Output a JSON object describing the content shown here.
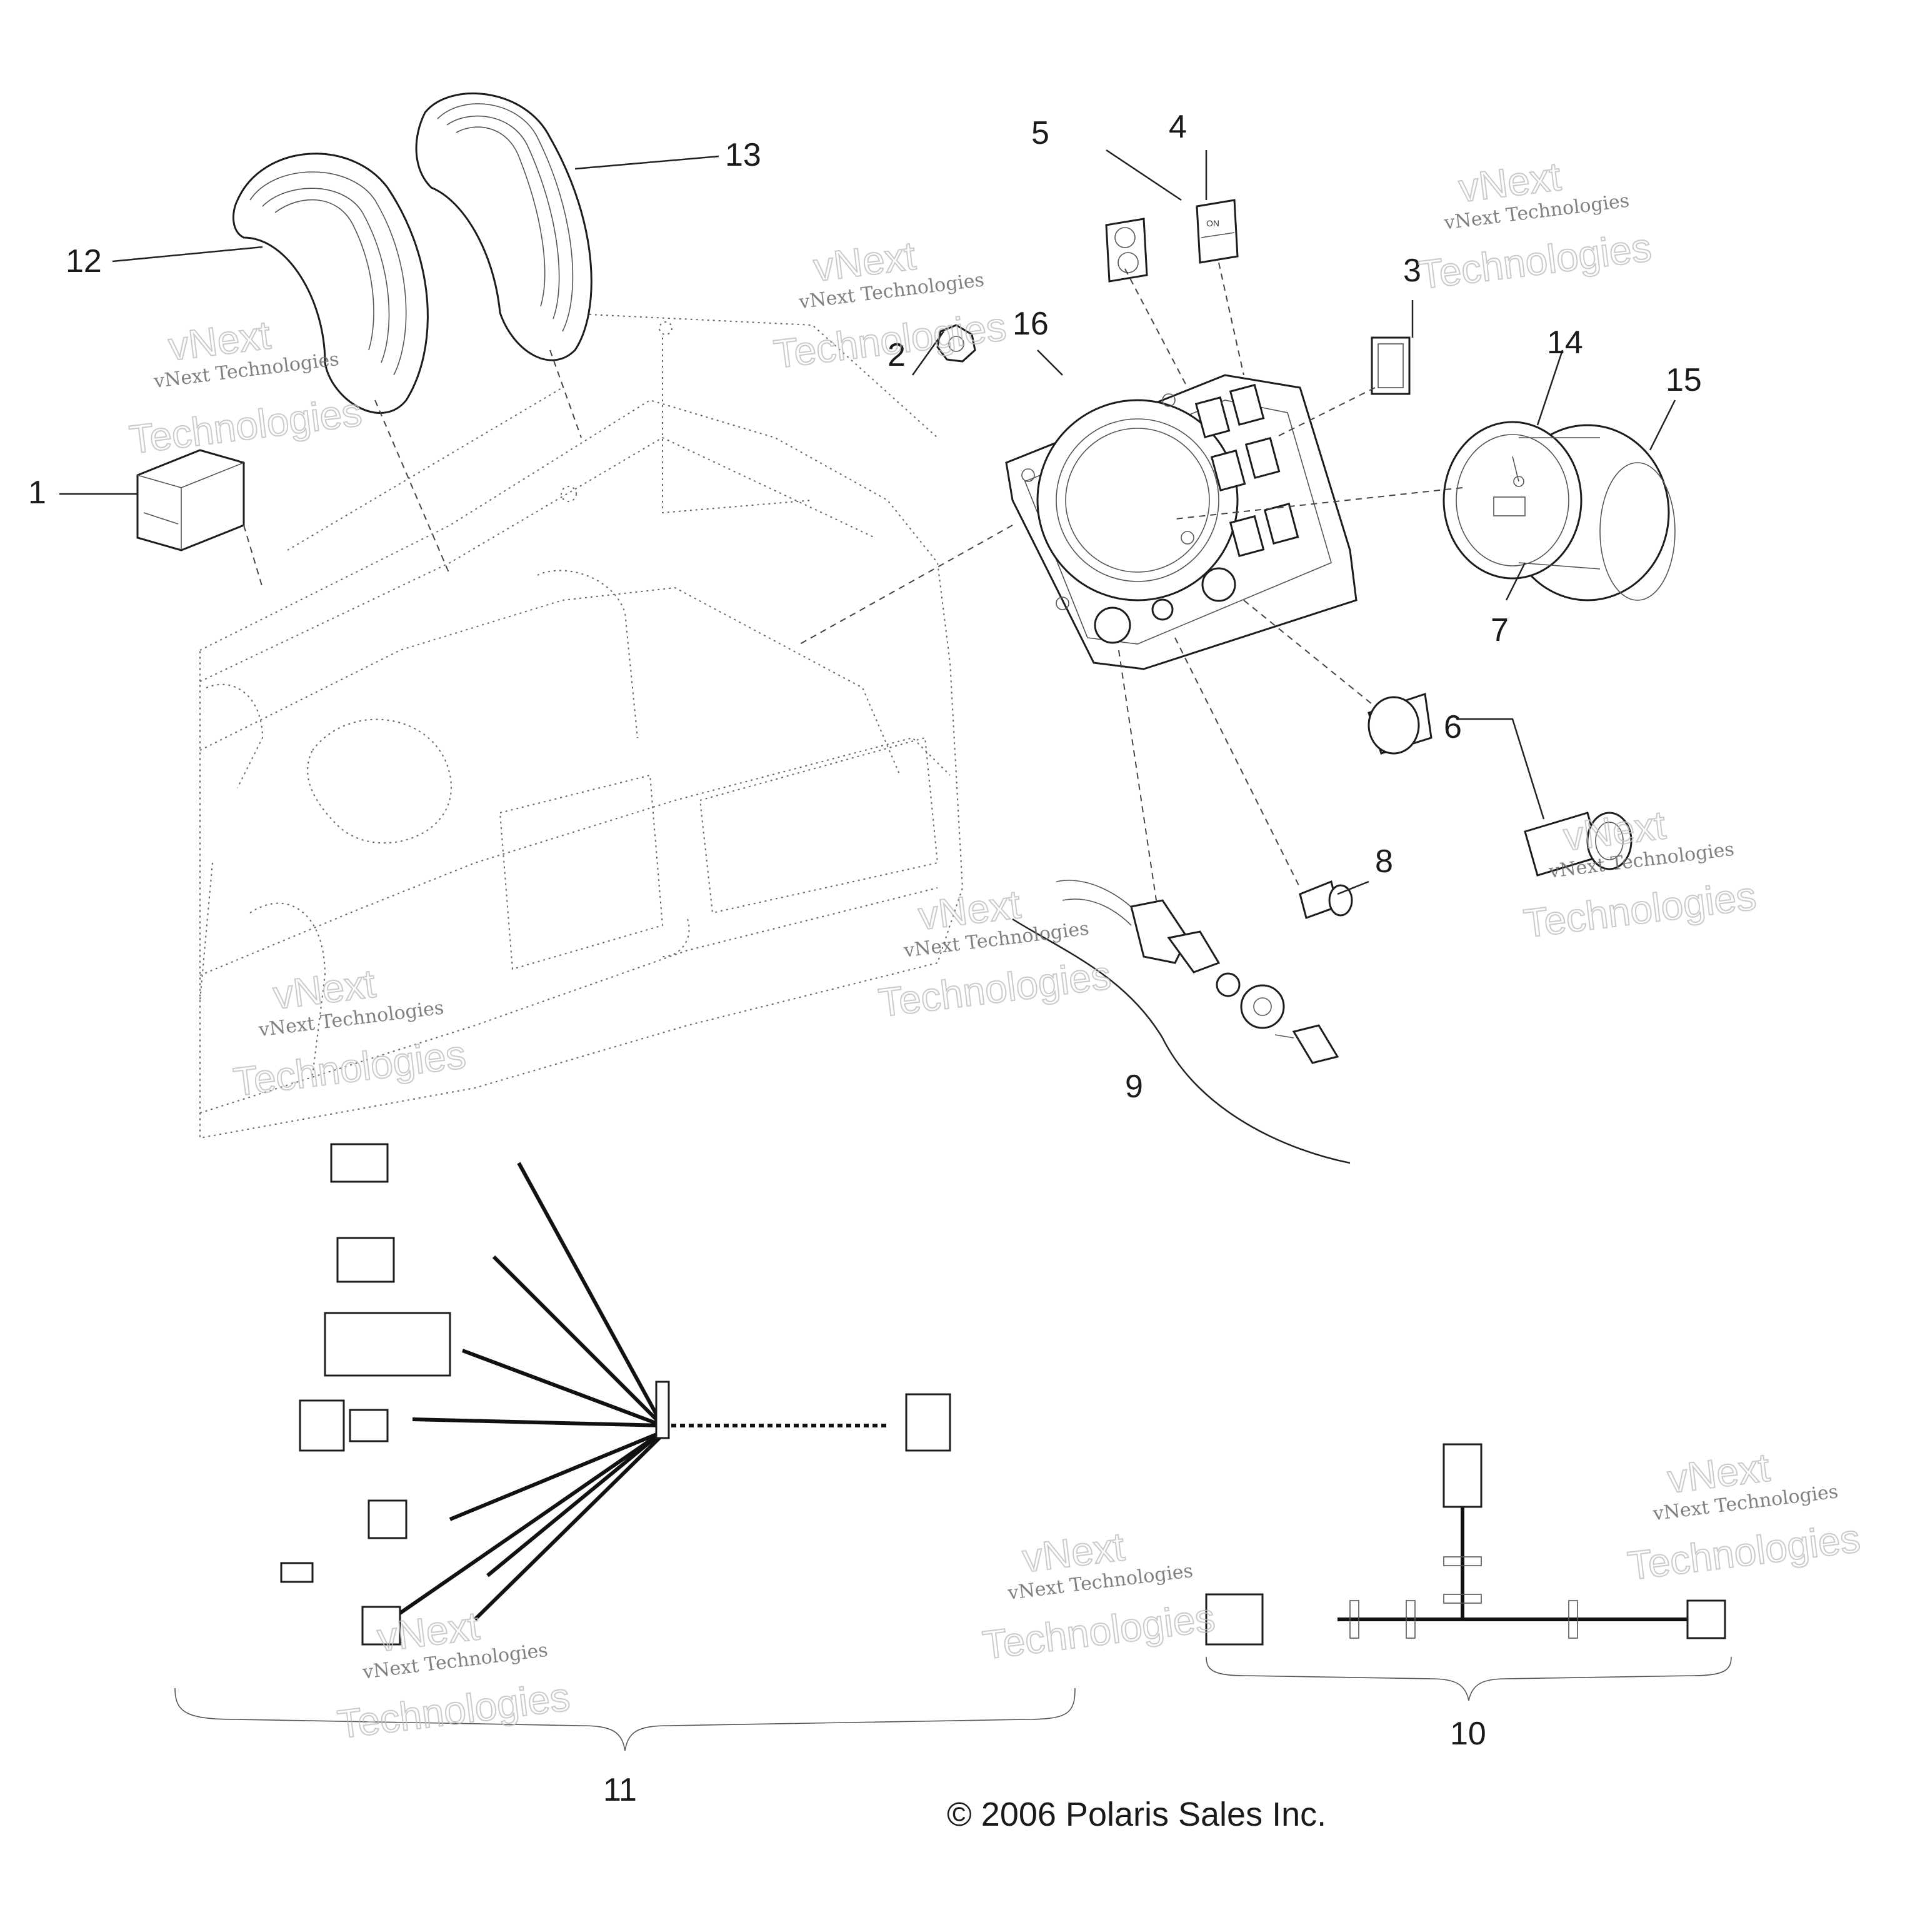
{
  "callouts": {
    "c1": "1",
    "c2": "2",
    "c3": "3",
    "c4": "4",
    "c5": "5",
    "c6": "6",
    "c7": "7",
    "c8": "8",
    "c9": "9",
    "c10": "10",
    "c11": "11",
    "c12": "12",
    "c13": "13",
    "c14": "14",
    "c15": "15",
    "c16": "16"
  },
  "copyright": "© 2006 Polaris Sales Inc.",
  "watermark": {
    "line1": "vNext Technologies",
    "line2": "Technologies",
    "line3": "vNext"
  }
}
